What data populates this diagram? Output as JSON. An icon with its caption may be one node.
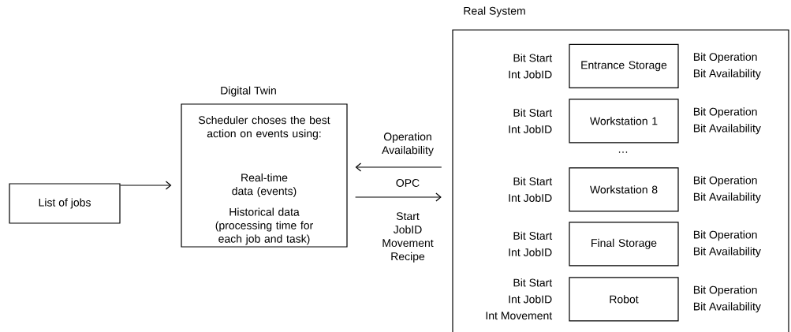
{
  "diagram": {
    "nodes": [
      {
        "text": [
          "List of jobs"
        ]
      },
      {
        "text": [
          "Digital Twin",
          "Scheduler choses the best action on events using:",
          "Real-time data (events)",
          "Historical data (processing time for each job and task)"
        ]
      },
      {
        "text": [
          "Real System"
        ]
      },
      {
        "text": [
          "Entrance Storage"
        ],
        "in": 2,
        "beside": [
          "Bit Start",
          "Int JobID",
          "Bit Operation",
          "Bit Availability"
        ]
      },
      {
        "text": [
          "Workstation 1"
        ],
        "in": 2,
        "beside": [
          "Bit Start",
          "Int JobID",
          "Bit Operation",
          "Bit Availability"
        ]
      },
      {
        "text": [
          "Workstation 8"
        ],
        "in": 2,
        "beside": [
          "Bit Start",
          "Int JobID",
          "Bit Operation",
          "Bit Availability"
        ]
      },
      {
        "text": [
          "Final Storage"
        ],
        "in": 2,
        "beside": [
          "Bit Start",
          "Int JobID",
          "Bit Operation",
          "Bit Availability"
        ]
      },
      {
        "text": [
          "Robot"
        ],
        "in": 2,
        "beside": [
          "Bit Start",
          "Int JobID",
          "Int Movement",
          "Bit Operation",
          "Bit Availability"
        ]
      }
    ],
    "edges": [
      {
        "from": 0,
        "to": 1,
        "arrow": "to"
      },
      {
        "from": 2,
        "to": 1,
        "arrow": "to",
        "label": "Operation Availability"
      },
      {
        "from": 1,
        "to": 2,
        "arrow": "to",
        "label": "Start JobID Movement Recipe"
      }
    ],
    "labels": [
      "…",
      "OPC"
    ]
  }
}
